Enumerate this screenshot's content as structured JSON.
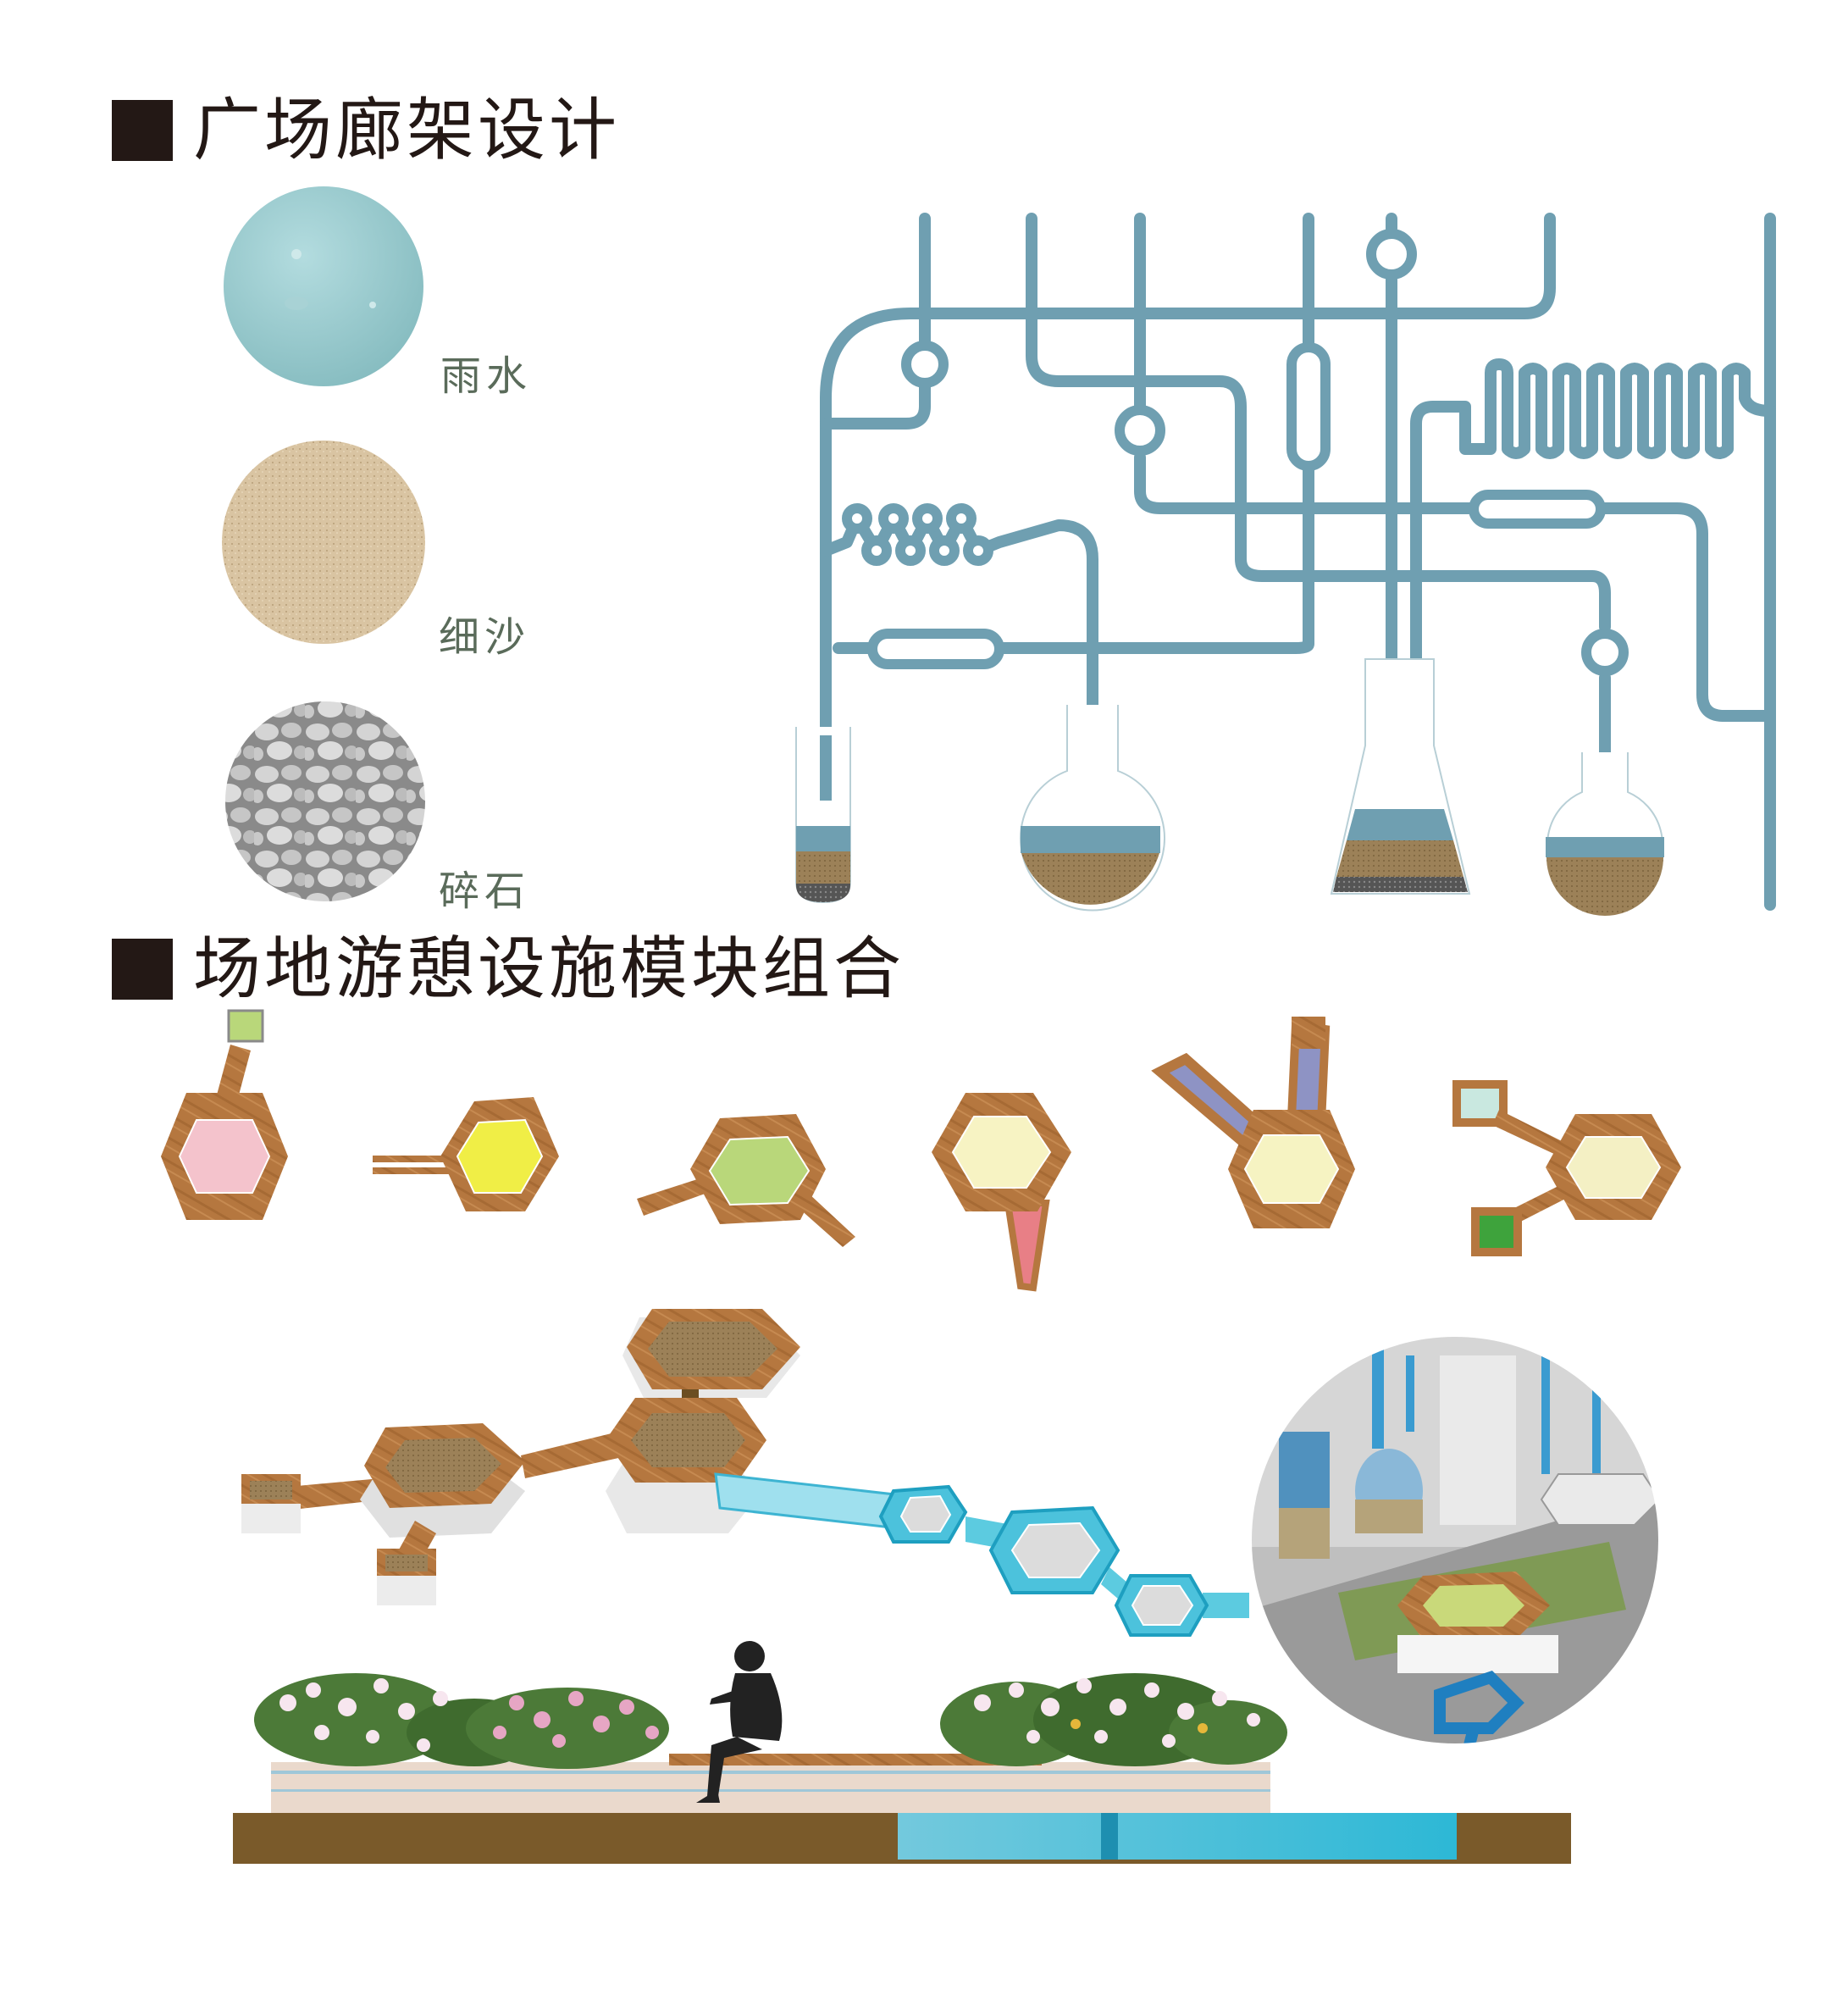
{
  "sections": [
    {
      "title": "广场廊架设计"
    },
    {
      "title": "场地游憩设施模块组合"
    }
  ],
  "materials": [
    {
      "label": "雨水",
      "texture": "rain-water",
      "color": "#9ccdd0"
    },
    {
      "label": "细沙",
      "texture": "fine-sand",
      "color": "#d9c4a2"
    },
    {
      "label": "碎石",
      "texture": "gravel",
      "color": "#b8b8b8"
    }
  ],
  "colors": {
    "pipe": "#6f9fb1",
    "wood": "#b5773f",
    "soil": "#6b4e22",
    "water": "#3db4d2",
    "heading": "#231815"
  },
  "modules": [
    {
      "infill": "#f4c3cc"
    },
    {
      "infill": "#f0ee46"
    },
    {
      "infill": "#b9d77a"
    },
    {
      "infill": "#f7f3c3"
    },
    {
      "infill": "#f6f3c2"
    },
    {
      "infill": "#f4f0c4"
    }
  ]
}
